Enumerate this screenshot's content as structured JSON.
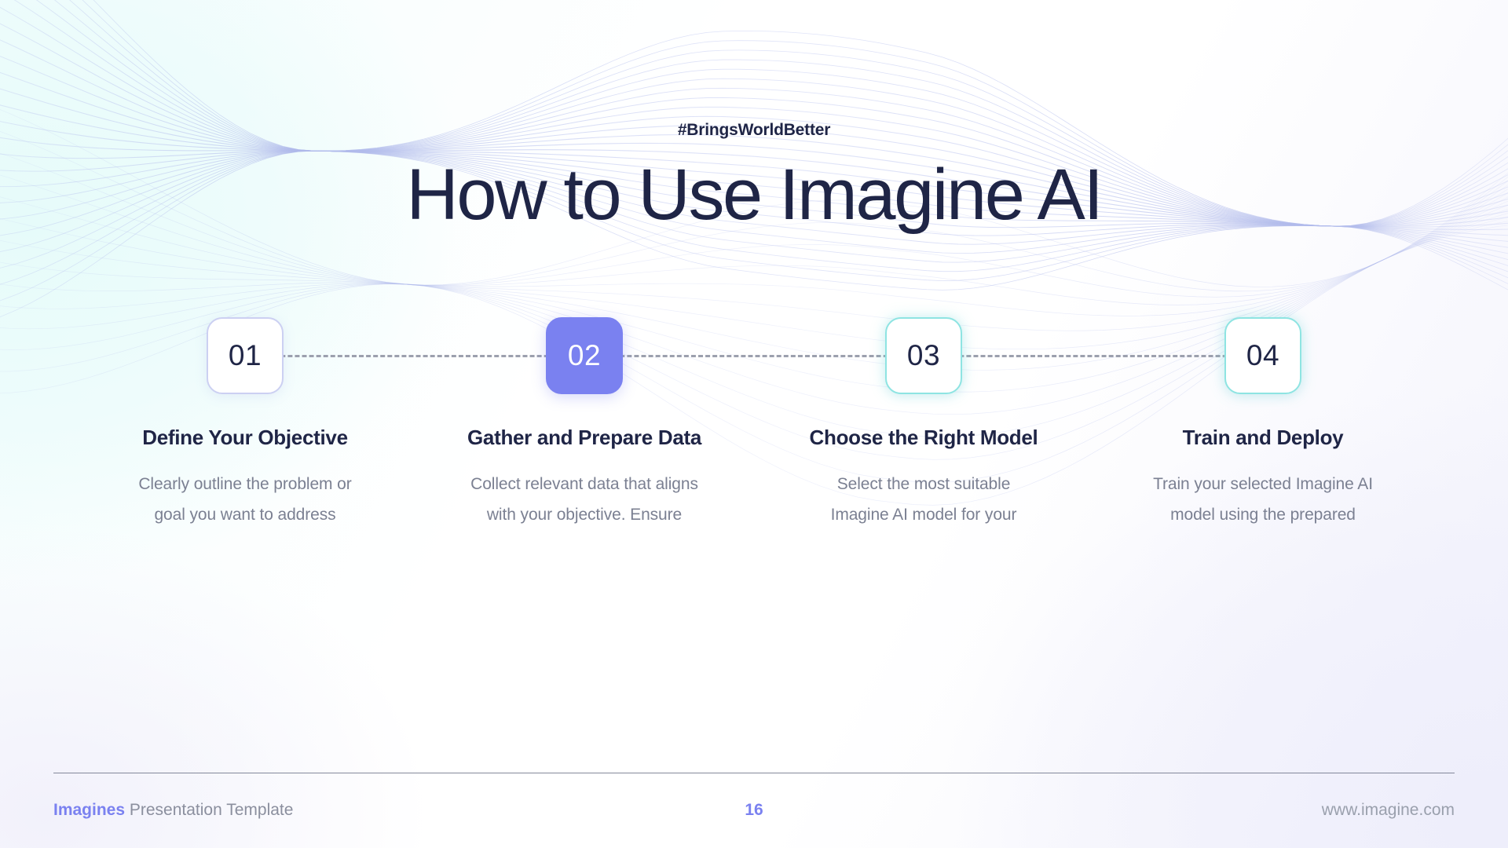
{
  "slide": {
    "hashtag": "#BringsWorldBetter",
    "title": "How to Use Imagine AI"
  },
  "colors": {
    "title_navy": "#1f2546",
    "accent_purple": "#7a81f0",
    "accent_teal": "#8ee4e2",
    "body_gray": "#7b8092",
    "connector_gray": "#9ca0ae",
    "badge_lavender_border": "#ccd0f2"
  },
  "steps": [
    {
      "number": "01",
      "style": "lavender",
      "title": "Define Your Objective",
      "description": "Clearly outline the problem or goal you want to address"
    },
    {
      "number": "02",
      "style": "filled",
      "title": "Gather and Prepare Data",
      "description": "Collect relevant data that aligns with your objective. Ensure"
    },
    {
      "number": "03",
      "style": "teal",
      "title": "Choose the Right Model",
      "description": "Select the most suitable Imagine AI model for your"
    },
    {
      "number": "04",
      "style": "teal",
      "title": "Train and Deploy",
      "description": "Train your selected Imagine AI model using the prepared"
    }
  ],
  "footer": {
    "brand": "Imagines",
    "tagline": "Presentation Template",
    "page_number": "16",
    "website": "www.imagine.com"
  }
}
